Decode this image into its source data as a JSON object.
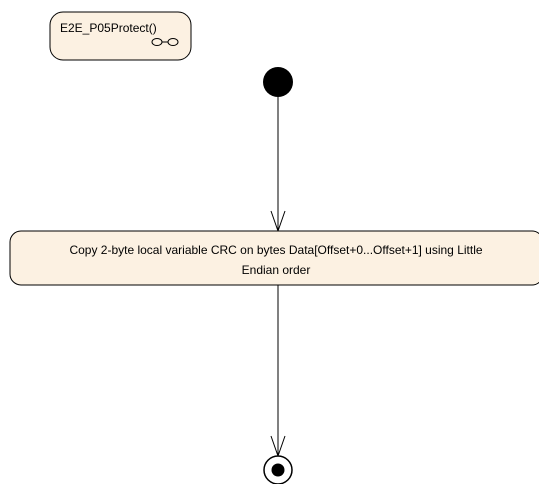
{
  "diagram": {
    "call_behavior": {
      "label": "E2E_P05Protect()",
      "icon": "rake-icon"
    },
    "action": {
      "line1": "Copy 2-byte local variable CRC on bytes Data[Offset+0...Offset+1] using Little",
      "line2": "Endian order"
    },
    "colors": {
      "node_fill": "#fcf1e2",
      "stroke": "#000000",
      "background": "#ffffff"
    }
  }
}
